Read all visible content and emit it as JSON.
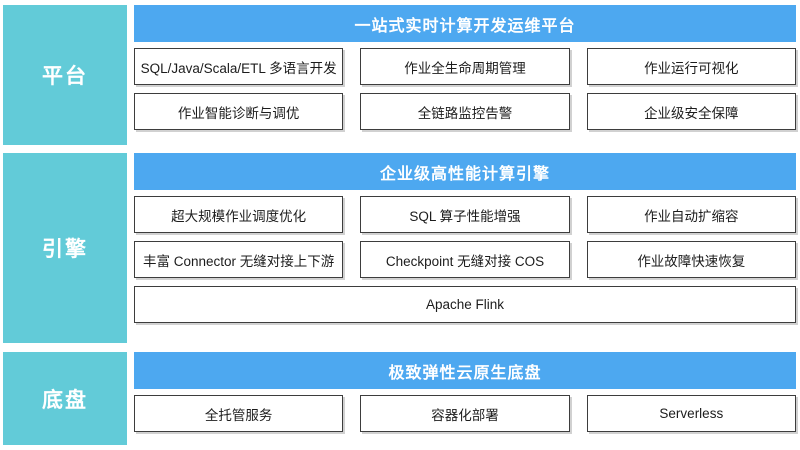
{
  "diagram": {
    "title_colors": {
      "layer_label_bg": "#62cbd8",
      "band_header_bg": "#4da8f0",
      "box_border": "#3d3d3d",
      "box_bg": "#ffffff",
      "text": "#1c1c1c"
    },
    "layers": [
      {
        "label": "平台",
        "header": "一站式实时计算开发运维平台",
        "rows": [
          [
            "SQL/Java/Scala/ETL 多语言开发",
            "作业全生命周期管理",
            "作业运行可视化"
          ],
          [
            "作业智能诊断与调优",
            "全链路监控告警",
            "企业级安全保障"
          ]
        ]
      },
      {
        "label": "引擎",
        "header": "企业级高性能计算引擎",
        "rows": [
          [
            "超大规模作业调度优化",
            "SQL 算子性能增强",
            "作业自动扩缩容"
          ],
          [
            "丰富 Connector 无缝对接上下游",
            "Checkpoint 无缝对接 COS",
            "作业故障快速恢复"
          ],
          [
            "Apache Flink"
          ]
        ]
      },
      {
        "label": "底盘",
        "header": "极致弹性云原生底盘",
        "rows": [
          [
            "全托管服务",
            "容器化部署",
            "Serverless"
          ]
        ]
      }
    ]
  }
}
